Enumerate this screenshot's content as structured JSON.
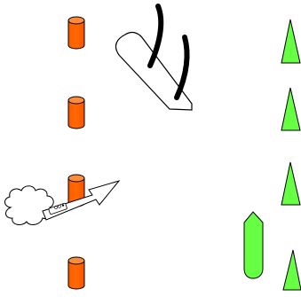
{
  "scene": {
    "background": "#ffffff",
    "colors": {
      "buoy_orange": "#ff6600",
      "buoy_top": "#ff8c3a",
      "green_buoy": "#66ff44",
      "vessel_fill": "#ffffff",
      "outline": "#000000"
    },
    "objects": {
      "orange_cylinder_buoys": 4,
      "green_cone_buoys": 4,
      "green_can_buoy": 1,
      "ship_hull": 1,
      "thick_wake_marks": 2,
      "dinghy_with_arrow": 1,
      "cloud_puff": 1
    }
  }
}
